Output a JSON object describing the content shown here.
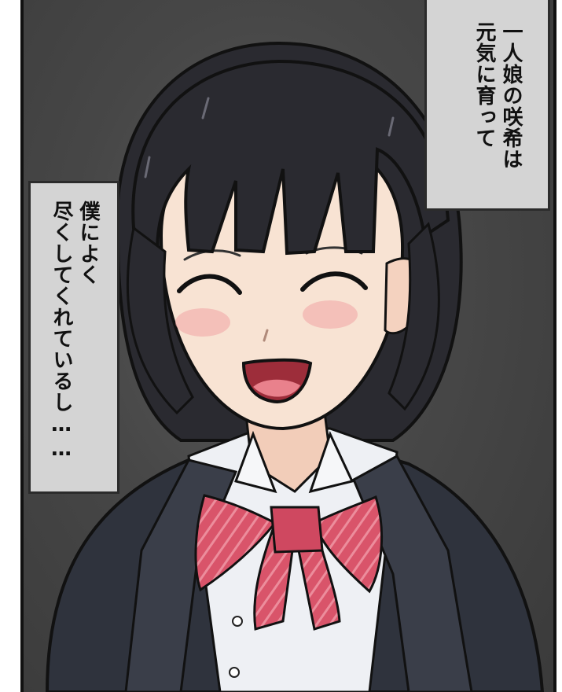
{
  "captions": {
    "top_right": {
      "line1": "一人娘の咲希は",
      "line2": "元気に育って"
    },
    "left": {
      "line1": "僕によく",
      "line2": "尽くしてくれているし……"
    }
  },
  "colors": {
    "background": "#474747",
    "hair": "#2a2a30",
    "skin": "#f8e3d3",
    "blazer": "#2f333d",
    "ribbon": "#d9546a",
    "caption_box": "#d4d4d4"
  }
}
